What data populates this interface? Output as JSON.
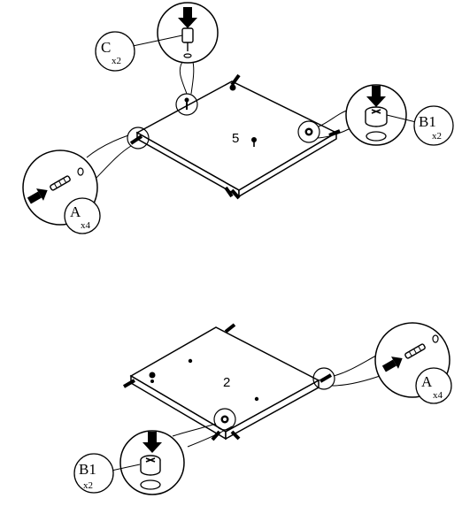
{
  "panels": [
    {
      "id": "upper",
      "number": "5"
    },
    {
      "id": "lower",
      "number": "2"
    }
  ],
  "part_labels": {
    "c_top": {
      "code": "C",
      "qty": "x2"
    },
    "b1_right": {
      "code": "B1",
      "qty": "x2"
    },
    "a_left": {
      "code": "A",
      "qty": "x4"
    },
    "a_right": {
      "code": "A",
      "qty": "x4"
    },
    "b1_lower": {
      "code": "B1",
      "qty": "x2"
    }
  },
  "icons": {
    "dowel": "wooden-dowel-icon",
    "cam_lock": "cam-lock-icon",
    "cam_pin": "cam-pin-icon",
    "press_arrow": "insert-arrow-icon"
  },
  "colors": {
    "line": "#000000",
    "fill": "#ffffff"
  }
}
